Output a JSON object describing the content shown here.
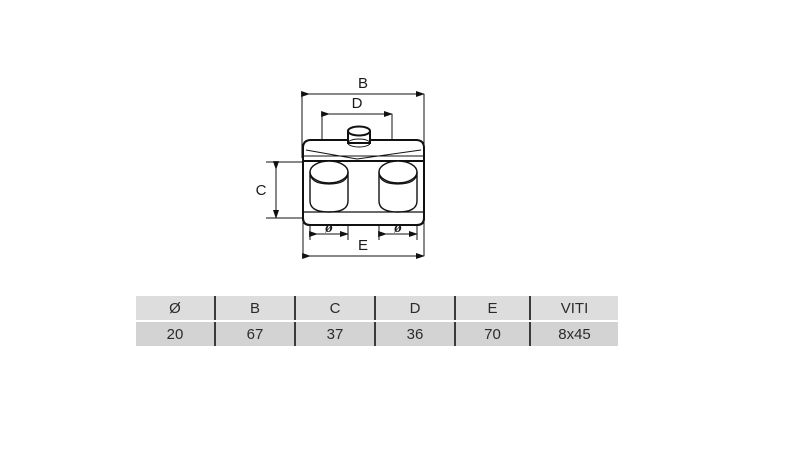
{
  "drawing": {
    "title": "twin-pipe-clamp-front-view",
    "dimensions": {
      "b_label": "B",
      "d_label": "D",
      "c_label": "C",
      "e_label": "E",
      "dia_left_label": "ø",
      "dia_right_label": "ø"
    },
    "line_color": "#111111",
    "background": "#ffffff"
  },
  "table": {
    "headers": [
      "Ø",
      "B",
      "C",
      "D",
      "E",
      "VITI"
    ],
    "rows": [
      [
        "20",
        "67",
        "37",
        "36",
        "70",
        "8x45"
      ]
    ],
    "header_bg": "#dddddd",
    "row_bg": "#d3d3d3",
    "divider_color": "#3a3a3a",
    "text_color": "#2b2b2b"
  }
}
